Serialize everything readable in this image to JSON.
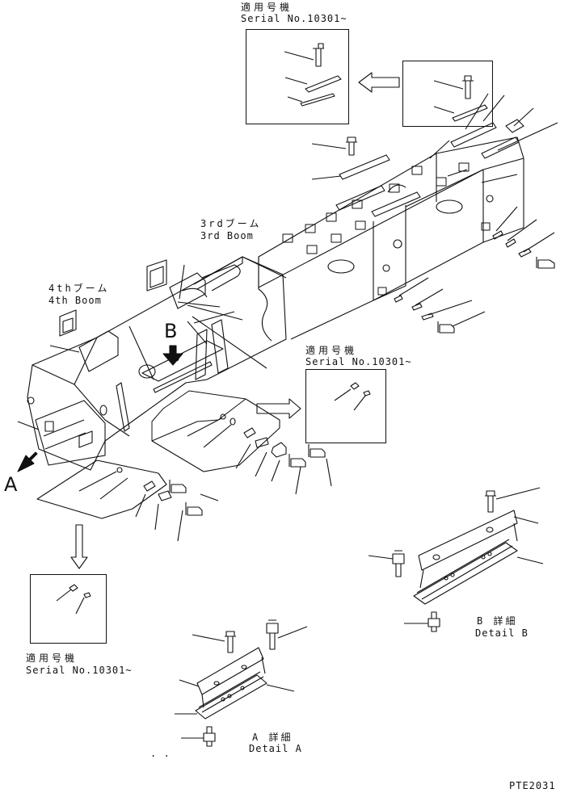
{
  "labels": {
    "serial_jp": "適用号機",
    "serial_en": "Serial No.10301~",
    "boom3_jp": "3rdブーム",
    "boom3_en": "3rd Boom",
    "boom4_jp": "4thブーム",
    "boom4_en": "4th Boom",
    "view_a": "A",
    "view_b": "B",
    "detail_a_jp": "A 詳細",
    "detail_a_en": "Detail A",
    "detail_b_jp": "B 詳細",
    "detail_b_en": "Detail B",
    "drawing_id": "PTE2031",
    "dots": ". ."
  }
}
